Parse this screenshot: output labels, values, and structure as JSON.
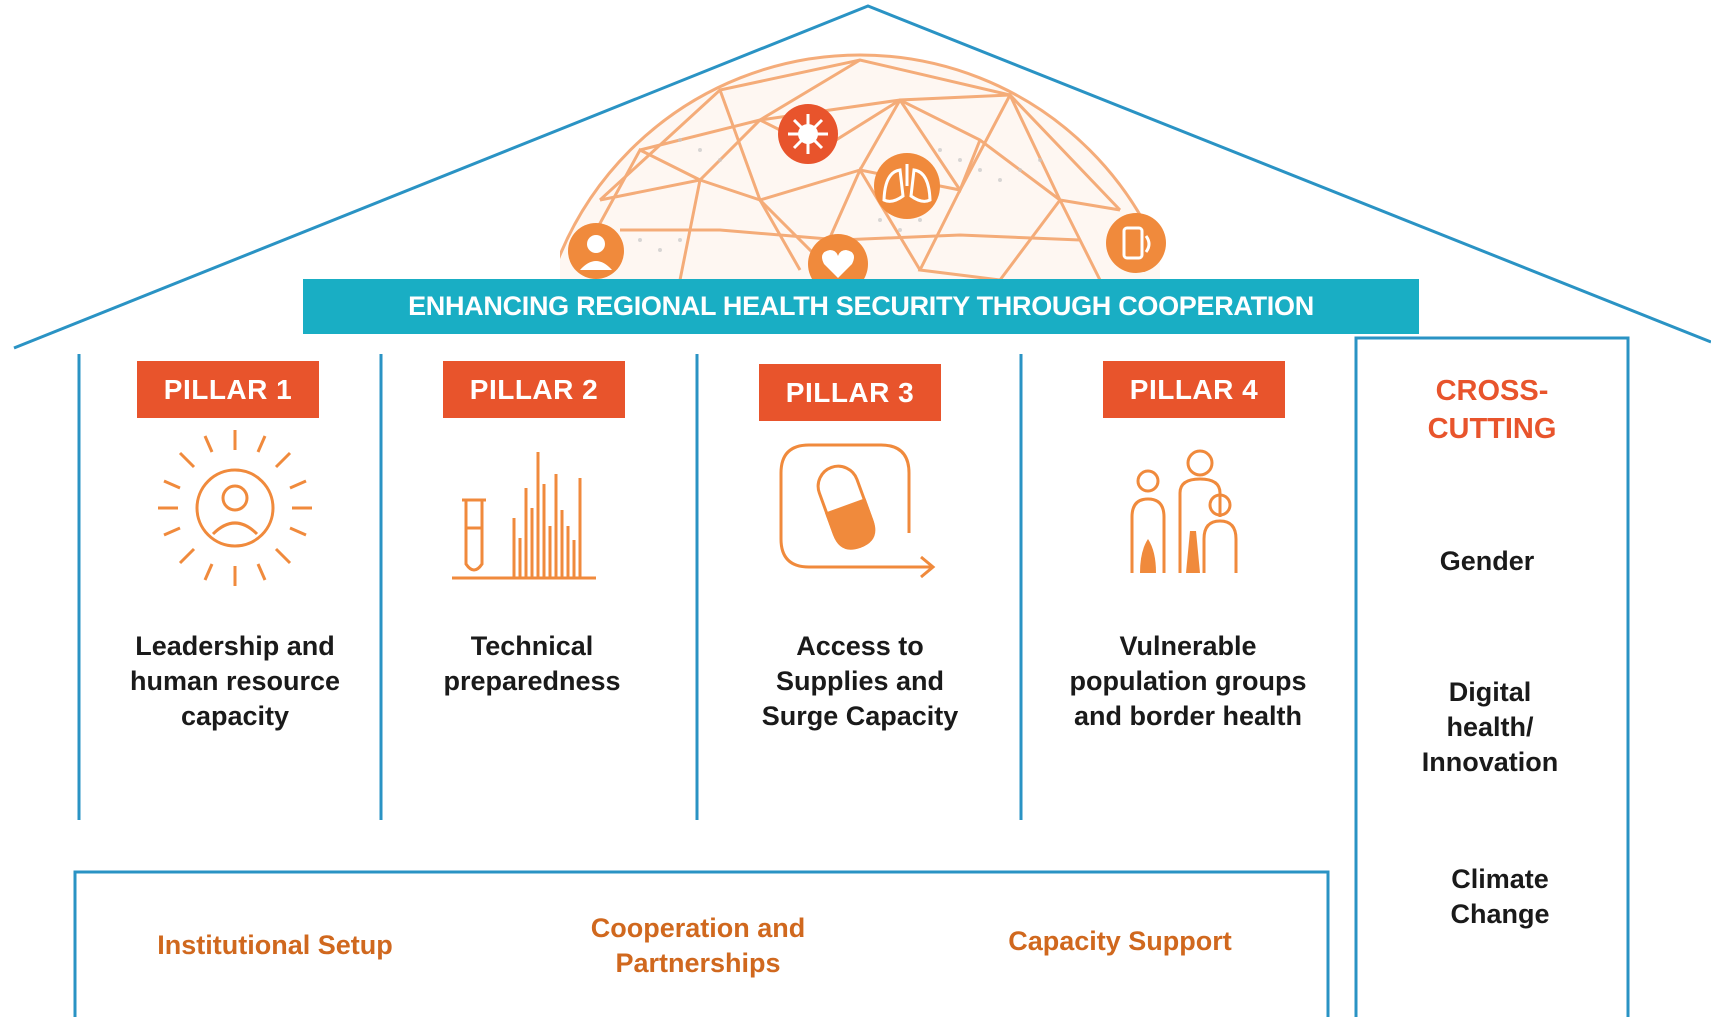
{
  "banner": "ENHANCING REGIONAL HEALTH SECURITY THROUGH COOPERATION",
  "colors": {
    "accent": "#e8542c",
    "teal": "#19aec4",
    "icon_orange": "#f08a3c",
    "foundation_text": "#d0681e"
  },
  "pillars": [
    {
      "tag": "PILLAR 1",
      "lines": [
        "Leadership and",
        "human resource",
        "capacity"
      ],
      "icon": "doctor-sun-icon"
    },
    {
      "tag": "PILLAR 2",
      "lines": [
        "Technical",
        "preparedness"
      ],
      "icon": "test-tube-chart-icon"
    },
    {
      "tag": "PILLAR 3",
      "lines": [
        "Access to",
        "Supplies and",
        "Surge Capacity"
      ],
      "icon": "capsule-supply-icon"
    },
    {
      "tag": "PILLAR 4",
      "lines": [
        "Vulnerable",
        "population groups",
        "and border health"
      ],
      "icon": "family-group-icon"
    }
  ],
  "cross_cutting": {
    "title_lines": [
      "CROSS-",
      "CUTTING"
    ],
    "items": [
      {
        "lines": [
          "Gender"
        ]
      },
      {
        "lines": [
          "Digital",
          "health/",
          "Innovation"
        ]
      },
      {
        "lines": [
          "Climate",
          "Change"
        ]
      }
    ]
  },
  "foundation": [
    {
      "lines": [
        "Institutional Setup"
      ]
    },
    {
      "lines": [
        "Cooperation and",
        "Partnerships"
      ]
    },
    {
      "lines": [
        "Capacity Support"
      ]
    }
  ],
  "globe_icons": [
    "doctor-icon",
    "virus-icon",
    "lungs-icon",
    "heart-icon",
    "mobile-health-icon"
  ]
}
